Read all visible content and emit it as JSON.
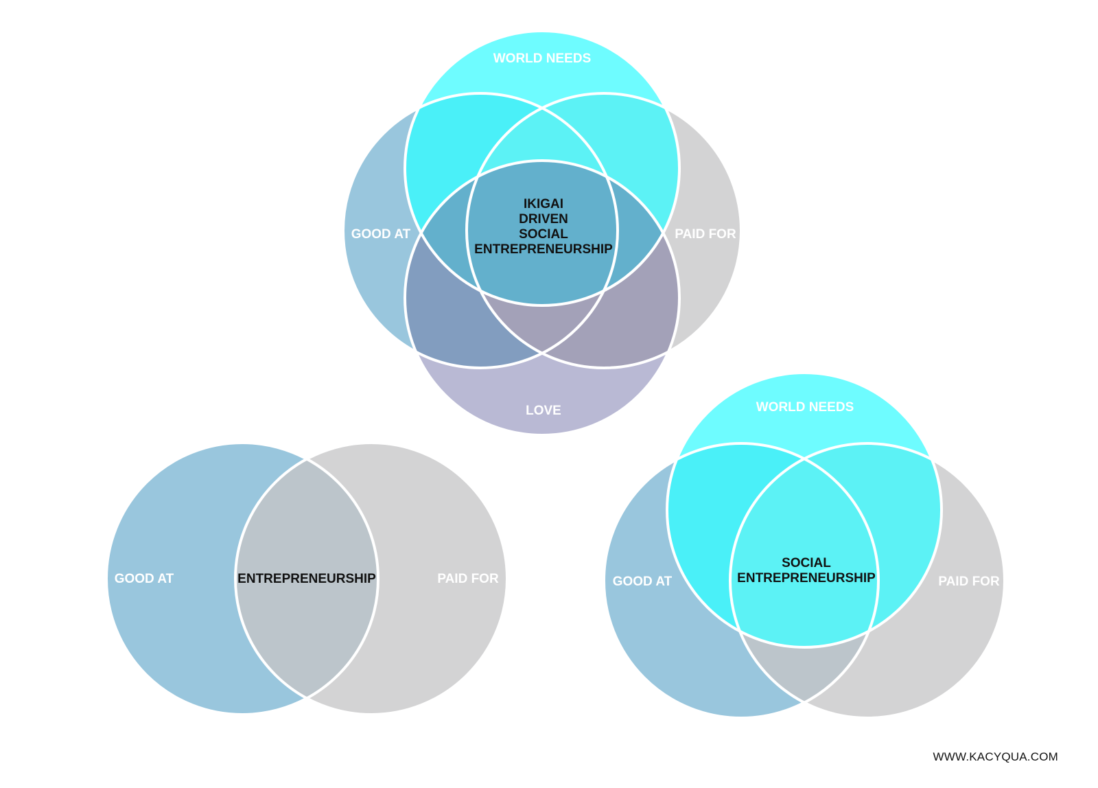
{
  "diagrams": {
    "ikigai": {
      "circles": {
        "world_needs": "WORLD NEEDS",
        "good_at": "GOOD AT",
        "paid_for": "PAID FOR",
        "love": "LOVE"
      },
      "center_lines": [
        "IKIGAI",
        "DRIVEN",
        "SOCIAL",
        "ENTREPRENEURSHIP"
      ]
    },
    "entrepreneurship": {
      "circles": {
        "good_at": "GOOD AT",
        "paid_for": "PAID FOR"
      },
      "center": "ENTREPRENEURSHIP"
    },
    "social_entrepreneurship": {
      "circles": {
        "world_needs": "WORLD NEEDS",
        "good_at": "GOOD AT",
        "paid_for": "PAID FOR"
      },
      "center_lines": [
        "SOCIAL",
        "ENTREPRENEURSHIP"
      ]
    }
  },
  "colors": {
    "world_needs": "#6efcff",
    "good_at": "#99c6dd",
    "paid_for": "#d3d3d4",
    "love": "#b9b9d4",
    "wn_good_overlap": "#4af0f8",
    "wn_paid_overlap": "#5cf2f5",
    "good_paid_overlap": "#bcc5cb",
    "good_love_overlap": "#829dbf",
    "paid_love_overlap": "#a3a1b8",
    "core": "#63b0cc",
    "outline": "#ffffff"
  },
  "footer": "WWW.KACYQUA.COM"
}
